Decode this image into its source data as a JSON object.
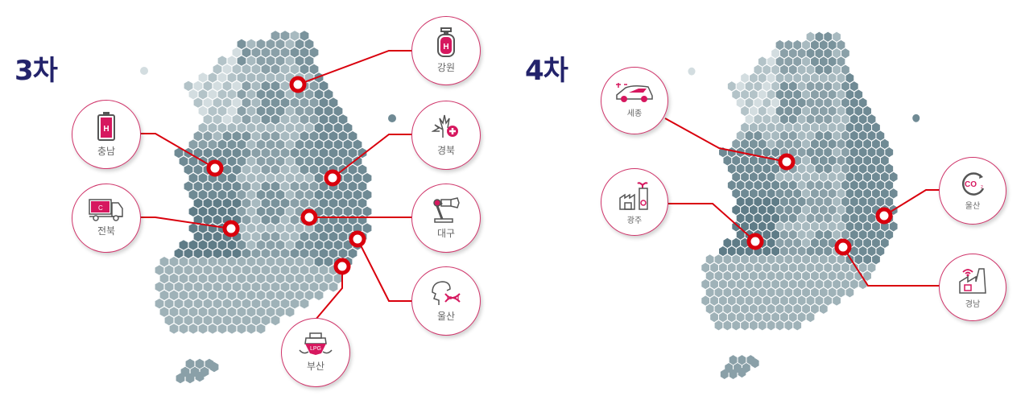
{
  "phase3": {
    "title": "3차",
    "regions": [
      {
        "id": "gangwon",
        "label": "강원",
        "icon": "hydrogen-tank-icon"
      },
      {
        "id": "chungnam",
        "label": "충남",
        "icon": "hydrogen-battery-icon"
      },
      {
        "id": "gyeongbuk",
        "label": "경북",
        "icon": "hemp-medical-icon"
      },
      {
        "id": "jeonbuk",
        "label": "전북",
        "icon": "truck-icon"
      },
      {
        "id": "daegu",
        "label": "대구",
        "icon": "robot-arm-icon"
      },
      {
        "id": "ulsan",
        "label": "울산",
        "icon": "gene-head-icon"
      },
      {
        "id": "busan",
        "label": "부산",
        "icon": "lpg-ship-icon"
      }
    ]
  },
  "phase4": {
    "title": "4차",
    "regions": [
      {
        "id": "sejong",
        "label": "세종",
        "icon": "autonomous-car-icon"
      },
      {
        "id": "gwangju",
        "label": "광주",
        "icon": "eco-factory-icon"
      },
      {
        "id": "ulsan",
        "label": "울산",
        "icon": "co2-cycle-icon"
      },
      {
        "id": "gyeongnam",
        "label": "경남",
        "icon": "smart-factory-icon"
      }
    ]
  },
  "icon_text": {
    "h": "H",
    "c": "C",
    "lpg": "LPG",
    "co2": "CO"
  },
  "colors": {
    "accent": "#d9000d",
    "brand": "#d6185f",
    "title": "#23236b"
  }
}
